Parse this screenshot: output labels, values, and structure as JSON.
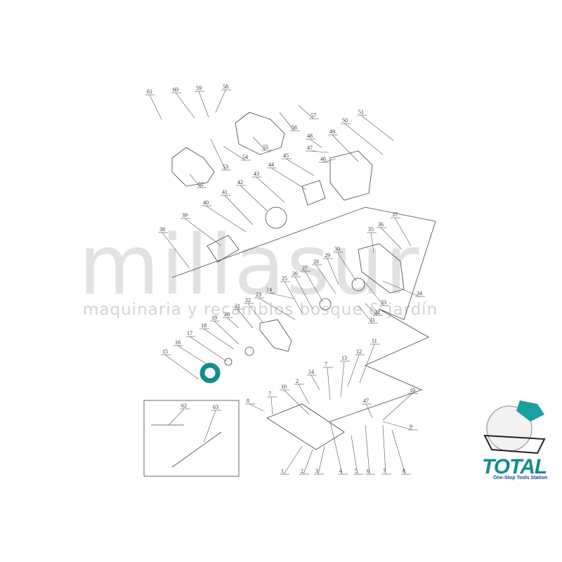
{
  "watermark": {
    "brand": "millasur",
    "tagline": "maquinaria y recambios bosque & jardín"
  },
  "logo": {
    "brand": "TOTAL",
    "tagline": "One-Stop Tools Station",
    "accent": "#138c8c"
  },
  "highlight_color": "#138c8c",
  "part_labels": [
    "61",
    "60",
    "59",
    "58",
    "57",
    "56",
    "55",
    "54",
    "53",
    "52",
    "51",
    "50",
    "49",
    "48",
    "47",
    "46",
    "45",
    "44",
    "43",
    "42",
    "41",
    "40",
    "39",
    "38",
    "37",
    "36",
    "35",
    "34",
    "33",
    "32",
    "31",
    "30",
    "29",
    "28",
    "27",
    "26",
    "25",
    "24",
    "23",
    "22",
    "21",
    "20",
    "19",
    "18",
    "17",
    "16",
    "15",
    "14",
    "13",
    "12",
    "11",
    "10",
    "2",
    "7",
    "8",
    "7",
    "10",
    "47",
    "9",
    "1",
    "2",
    "3",
    "4",
    "5",
    "6",
    "7",
    "8",
    "62",
    "63"
  ]
}
